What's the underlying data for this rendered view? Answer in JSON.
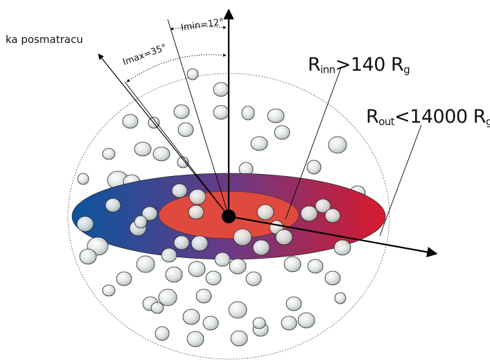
{
  "labels": {
    "observer": "ka posmatracu",
    "i_max": "Imax=35°",
    "i_min": "Imin=12°",
    "r_inn": {
      "symbol": "R",
      "subscript": "inn",
      "relation": ">140 R",
      "unit_subscript": "g"
    },
    "r_out": {
      "symbol": "R",
      "subscript": "out",
      "relation": "<14000 R",
      "unit_subscript": "g"
    }
  },
  "colors": {
    "disk_left": "#0a55a0",
    "disk_middle": "#6a3a85",
    "disk_right": "#d81a2c",
    "inner_region": "#e04a3e",
    "cloud_fill": "#d9e0dc",
    "line": "#000000"
  }
}
